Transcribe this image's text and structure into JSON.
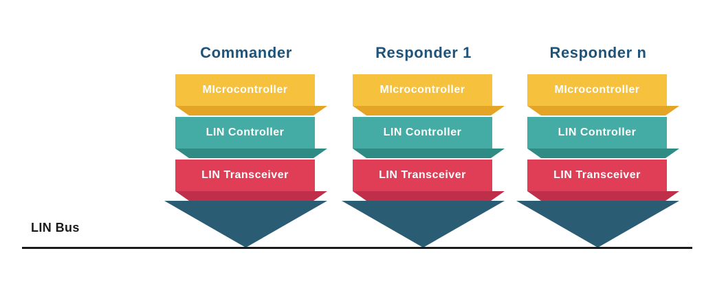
{
  "palette": {
    "yellow": "#F6C13C",
    "yellow_dark": "#E4A425",
    "teal": "#44ACA4",
    "teal_dark": "#2F8C85",
    "red": "#E03E56",
    "red_dark": "#C02F49",
    "arrow_navy": "#2A5C73",
    "title_blue": "#1E537B",
    "bus_line_black": "#1A1A1A",
    "banner_text_white": "#FFFFFF",
    "background": "#FFFFFF"
  },
  "bus": {
    "label": "LIN Bus",
    "line_color": "#1A1A1A"
  },
  "columns": [
    {
      "title": "Commander",
      "banners": [
        {
          "label": "MIcrocontroller"
        },
        {
          "label": "LIN Controller"
        },
        {
          "label": "LIN Transceiver"
        }
      ]
    },
    {
      "title": "Responder 1",
      "banners": [
        {
          "label": "MIcrocontroller"
        },
        {
          "label": "LIN Controller"
        },
        {
          "label": "LIN Transceiver"
        }
      ]
    },
    {
      "title": "Responder n",
      "banners": [
        {
          "label": "MIcrocontroller"
        },
        {
          "label": "LIN Controller"
        },
        {
          "label": "LIN Transceiver"
        }
      ]
    }
  ]
}
